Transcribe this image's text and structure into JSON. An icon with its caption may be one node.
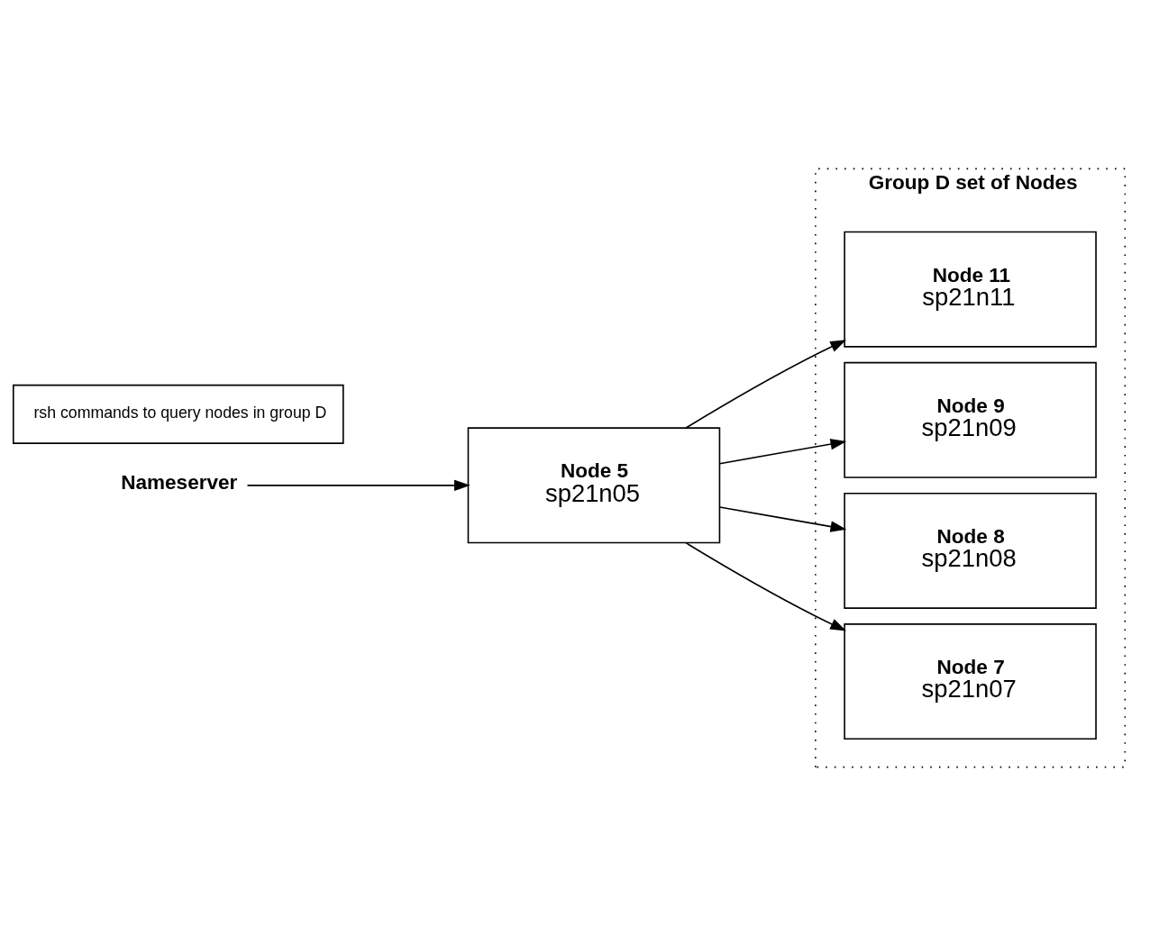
{
  "diagram": {
    "nodes": [
      {
        "text": [
          "Group D set of Nodes"
        ]
      },
      {
        "text": [
          "Node 11",
          "sp21n11"
        ],
        "in": 0
      },
      {
        "text": [
          "Node 9",
          "sp21n09"
        ],
        "in": 0
      },
      {
        "text": [
          "Node 8",
          "sp21n08"
        ],
        "in": 0
      },
      {
        "text": [
          "Node 7",
          "sp21n07"
        ],
        "in": 0
      },
      {
        "text": [
          "Nameserver"
        ]
      },
      {
        "text": [
          "Node 5",
          "sp21n05"
        ]
      },
      {
        "text": [
          "rsh commands to query nodes in group D"
        ]
      }
    ],
    "edges": [
      {
        "from": 5,
        "to": 6,
        "arrow": "to"
      },
      {
        "from": 6,
        "to": 1,
        "arrow": "to"
      },
      {
        "from": 6,
        "to": 2,
        "arrow": "to"
      },
      {
        "from": 6,
        "to": 3,
        "arrow": "to"
      },
      {
        "from": 6,
        "to": 4,
        "arrow": "to"
      }
    ]
  }
}
